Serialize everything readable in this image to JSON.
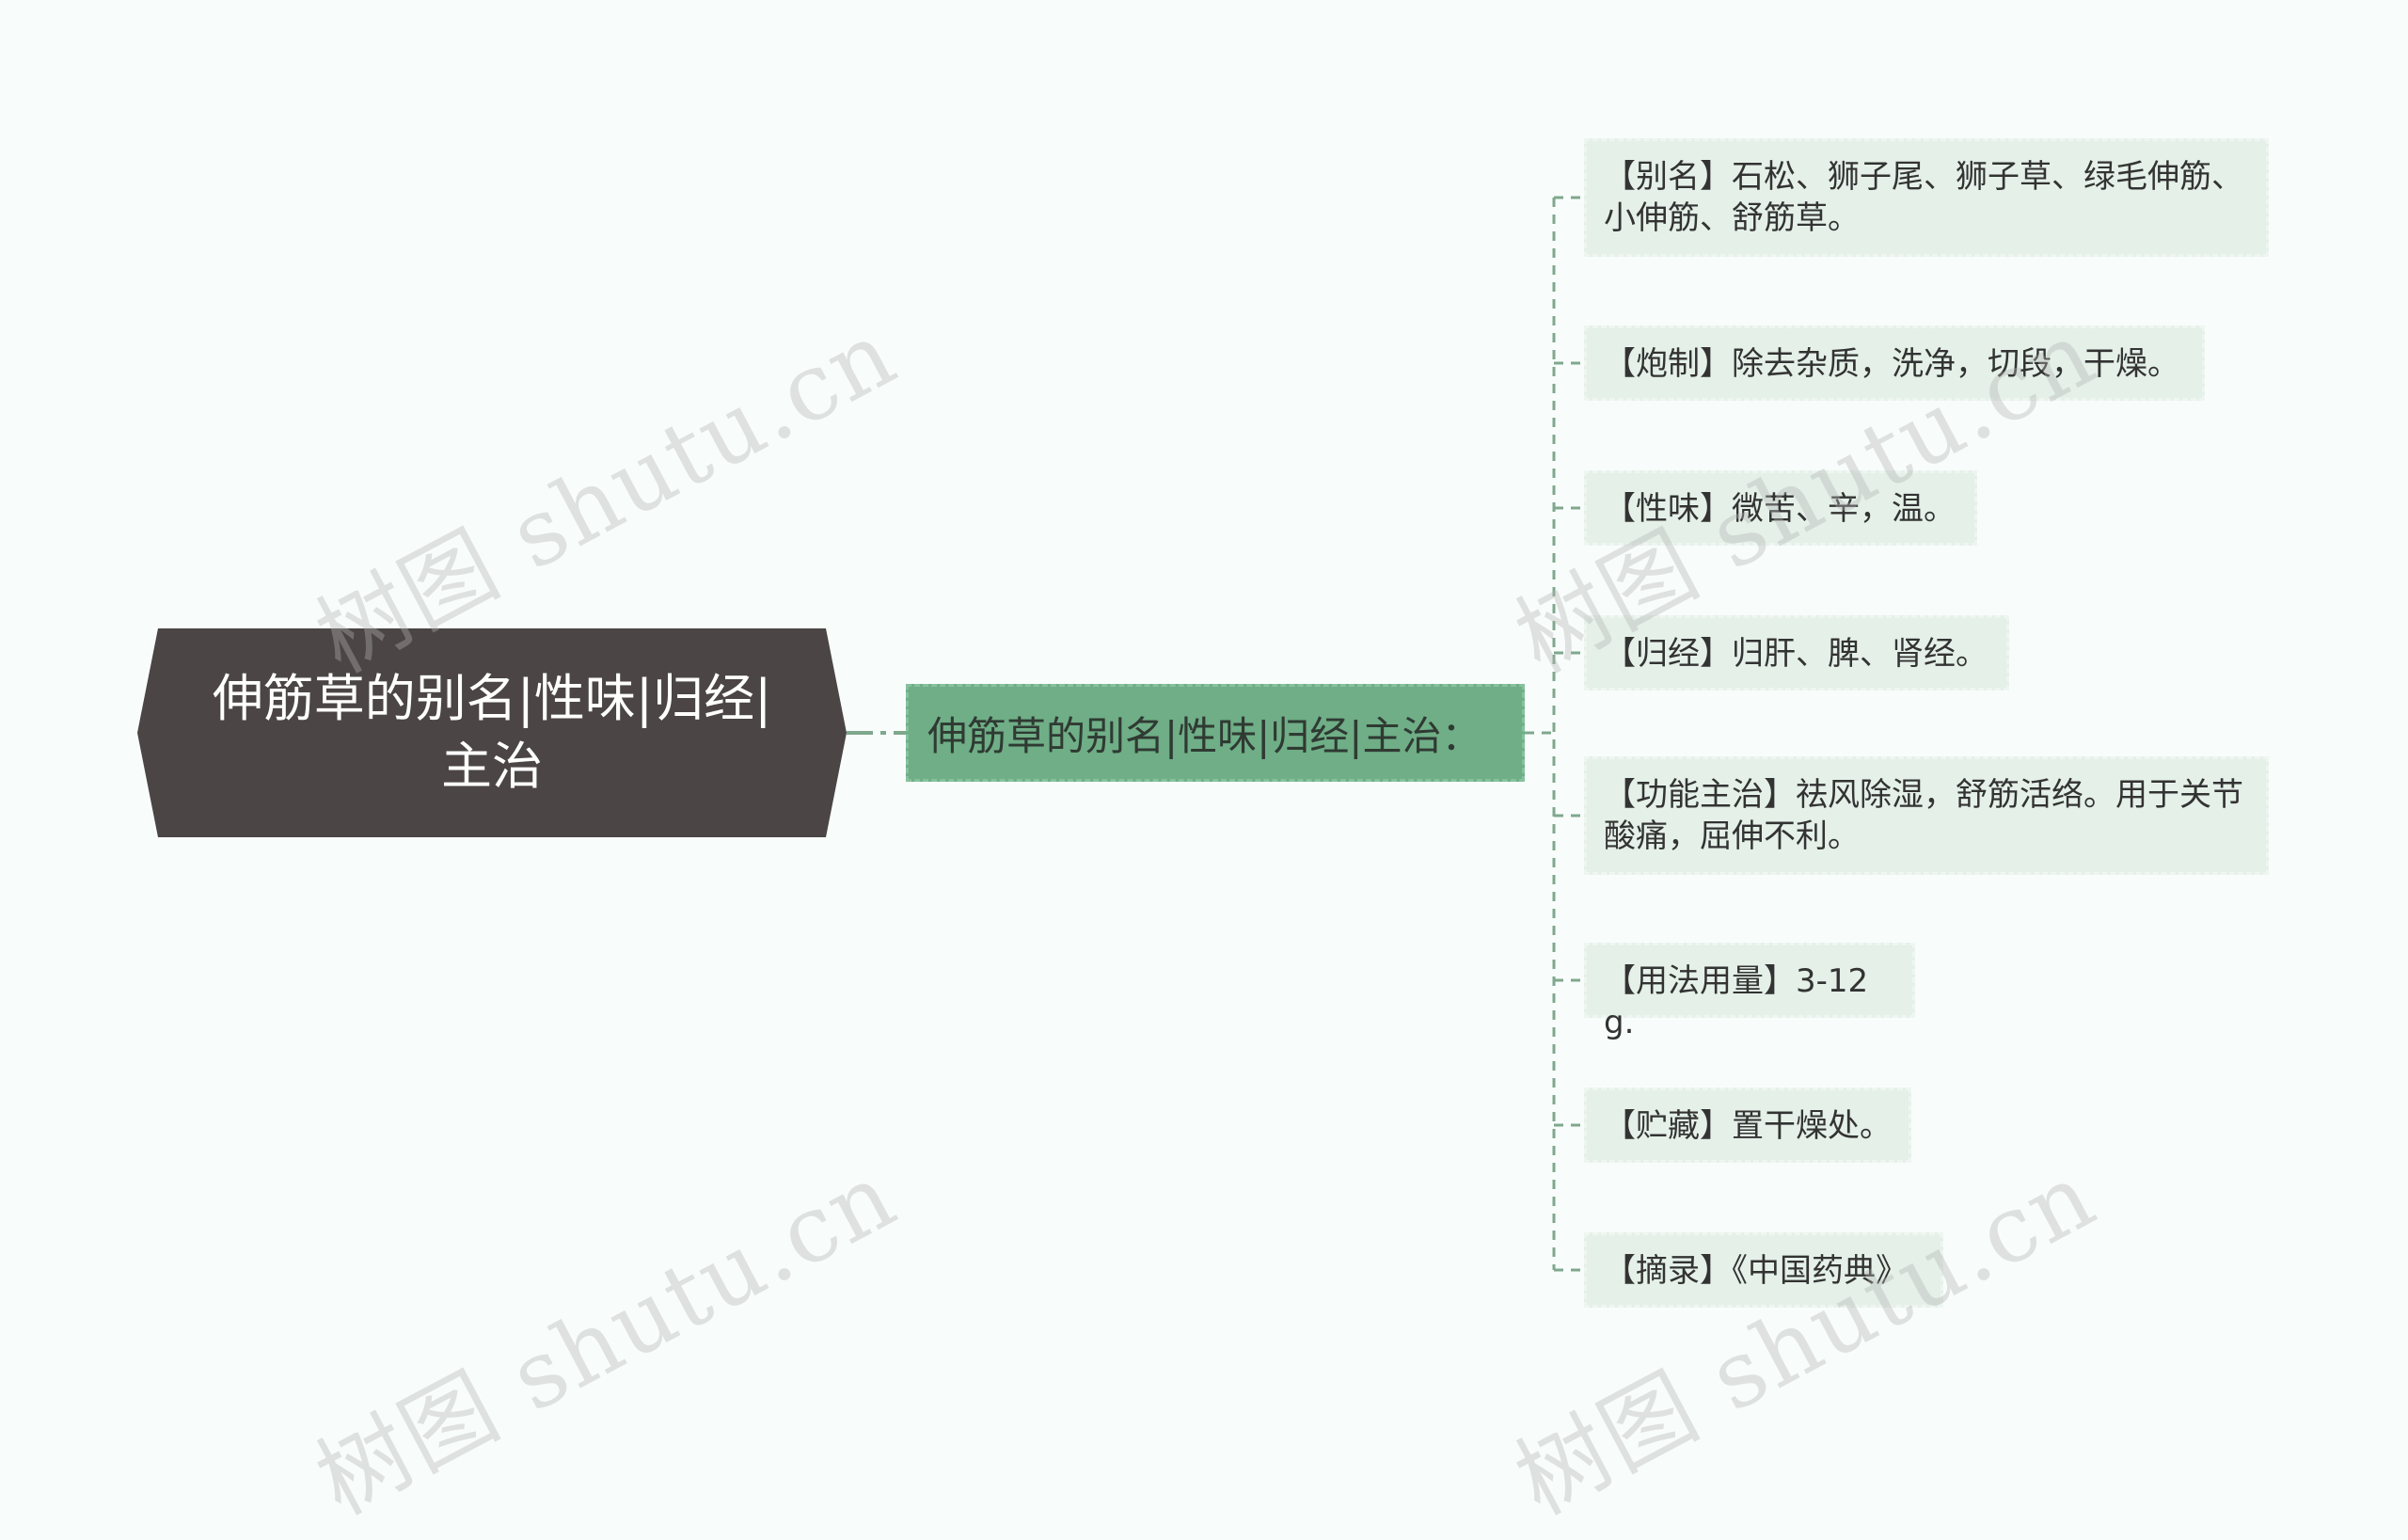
{
  "diagram": {
    "root": {
      "label": "伸筋草的别名|性味|归经|主治",
      "color": "#4b4545"
    },
    "branch": {
      "label": "伸筋草的别名|性味|归经|主治：",
      "color": "#6fae86"
    },
    "leaves": [
      {
        "label": "【别名】石松、狮子尾、狮子草、绿毛伸筋、小伸筋、舒筋草。"
      },
      {
        "label": "【炮制】除去杂质，洗净，切段，干燥。"
      },
      {
        "label": "【性味】微苦、辛，温。"
      },
      {
        "label": "【归经】归肝、脾、肾经。"
      },
      {
        "label": "【功能主治】祛风除湿，舒筋活络。用于关节酸痛，屈伸不利。"
      },
      {
        "label": "【用法用量】3-12g."
      },
      {
        "label": "【贮藏】置干燥处。"
      },
      {
        "label": "【摘录】《中国药典》"
      }
    ],
    "connector_color": "#7fa88d",
    "leaf_color": "#e4f0e8"
  },
  "watermark": {
    "text": "树图 shutu.cn"
  }
}
